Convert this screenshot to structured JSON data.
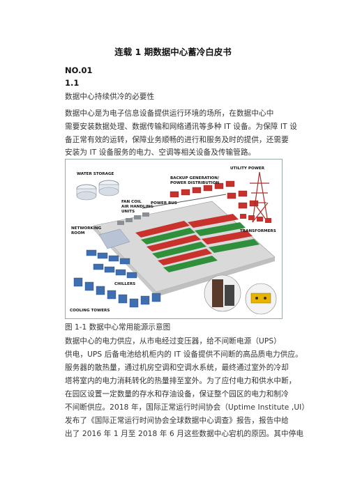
{
  "doc": {
    "title": "连载 1 期数据中心蓄冷白皮书",
    "section": "NO.01",
    "subsection": "1.1",
    "heading": "数据中心持续供冷的必要性",
    "para1": [
      "数据中心是为电子信息设备提供运行环境的场所，在数据中心中",
      "需要安装数据处理、数据传输和网络通讯等多种 IT 设备。为保障 IT 设",
      "备正常有效的运转，保障业务顺畅的进行和服务及时的提供，还需要",
      "安装为 IT 设备服务的电力、空调等相关设备及传输管路。"
    ],
    "caption": "图 1-1 数据中心常用能源示意图",
    "para2": [
      "数据中心的电力供应，从市电经过变压器，给不间断电源（UPS）",
      "供电，UPS 后备电池给机柜内的 IT 设备提供不间断的高品质电力供应。",
      "服务器的散热量，通过机房空调和空调水系统，最终通过室外的冷却",
      "塔将室内的电力消耗转化的热量排至室外。为了应付电力和供水中断，",
      "在园区设置一定数量的存水和存油设备，保证整个园区的电力和制冷",
      "不间断供应。2018 年，国际正常运行时间协会（Uptime Institute ,UI）",
      "发布了《国际正常运行时间协会全球数据中心调查》报告，报告中给",
      "出了 2016 年 1 月至 2018 年 6 月这些数据中心宕机的原因。其中停电"
    ]
  },
  "figure_labels": {
    "water_storage": "WATER STORAGE",
    "utility_power": "UTILITY POWER",
    "backup_gen_1": "BACKUP GENERATION/",
    "backup_gen_2": "POWER DISTRIBUTION",
    "power_bus": "POWER BUS",
    "fan_coil_1": "FAN COIL",
    "fan_coil_2": "AIR HANDLING",
    "fan_coil_3": "UNITS",
    "networking_1": "NETWORKING",
    "networking_2": "ROOM",
    "transformers": "TRANSFORMERS",
    "chillers": "CHILLERS",
    "cooling_towers": "COOLING TOWERS"
  },
  "colors": {
    "rack_red": "#c8312c",
    "rack_green": "#2f8f3a",
    "chiller_blue": "#3f6fb0",
    "tower_red": "#a8302a",
    "floor": "#d9d9d9"
  }
}
